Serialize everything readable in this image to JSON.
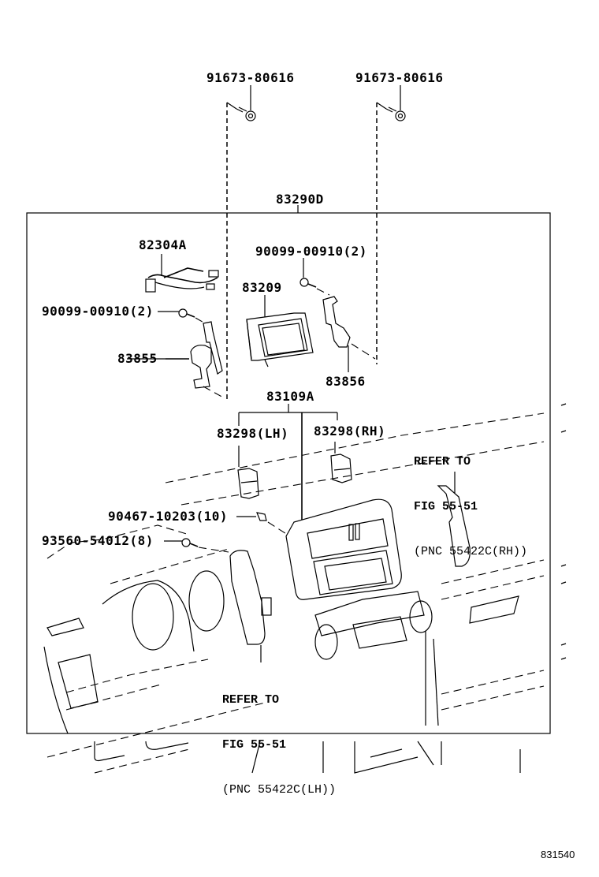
{
  "diagram": {
    "title": "Navigation / Display Panel Parts Diagram",
    "figure_id": "831540",
    "assembly_label": "83290D",
    "parts": [
      {
        "id": "bolt_left_top",
        "label": "91673-80616",
        "icon": "bolt-icon"
      },
      {
        "id": "bolt_right_top",
        "label": "91673-80616",
        "icon": "bolt-icon"
      },
      {
        "id": "harness",
        "label": "82304A",
        "icon": "wire-harness-icon"
      },
      {
        "id": "screw_right",
        "label": "90099-00910(2)",
        "icon": "screw-icon"
      },
      {
        "id": "screw_left",
        "label": "90099-00910(2)",
        "icon": "screw-icon"
      },
      {
        "id": "display",
        "label": "83209",
        "icon": "display-unit-icon"
      },
      {
        "id": "bracket_left",
        "label": "83855",
        "icon": "bracket-icon"
      },
      {
        "id": "bracket_right",
        "label": "83856",
        "icon": "bracket-icon"
      },
      {
        "id": "panel",
        "label": "83109A",
        "icon": "center-panel-icon"
      },
      {
        "id": "switch_lh",
        "label": "83298(LH)",
        "icon": "switch-icon"
      },
      {
        "id": "switch_rh",
        "label": "83298(RH)",
        "icon": "switch-icon"
      },
      {
        "id": "clip",
        "label": "90467-10203(10)",
        "icon": "clip-icon"
      },
      {
        "id": "screw_bottom",
        "label": "93560-54012(8)",
        "icon": "screw-icon"
      }
    ],
    "references": [
      {
        "id": "ref_rh",
        "line1": "REFER TO",
        "line2": "FIG 55-51",
        "line3": "(PNC 55422C(RH))"
      },
      {
        "id": "ref_lh",
        "line1": "REFER TO",
        "line2": "FIG 55-51",
        "line3": "(PNC 55422C(LH))"
      }
    ]
  }
}
